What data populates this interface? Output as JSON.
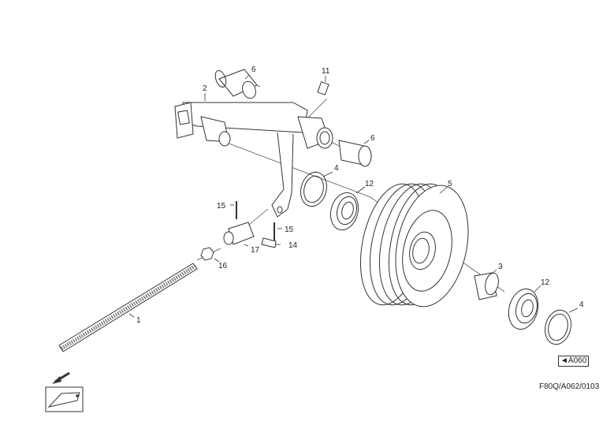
{
  "diagram": {
    "type": "exploded parts diagram",
    "callouts": [
      {
        "id": "c1",
        "label": "1",
        "part": "threaded rod"
      },
      {
        "id": "c2",
        "label": "2",
        "part": "tensioner arm"
      },
      {
        "id": "c3",
        "label": "3",
        "part": "spacer bushing"
      },
      {
        "id": "c4a",
        "label": "4",
        "part": "circlip"
      },
      {
        "id": "c4b",
        "label": "4",
        "part": "circlip"
      },
      {
        "id": "c5",
        "label": "5",
        "part": "pulley"
      },
      {
        "id": "c6a",
        "label": "6",
        "part": "bushing"
      },
      {
        "id": "c6b",
        "label": "6",
        "part": "bushing"
      },
      {
        "id": "c11",
        "label": "11",
        "part": "grease nipple"
      },
      {
        "id": "c12a",
        "label": "12",
        "part": "bearing"
      },
      {
        "id": "c12b",
        "label": "12",
        "part": "bearing"
      },
      {
        "id": "c14",
        "label": "14",
        "part": "pin"
      },
      {
        "id": "c15a",
        "label": "15",
        "part": "split pin"
      },
      {
        "id": "c15b",
        "label": "15",
        "part": "split pin"
      },
      {
        "id": "c16",
        "label": "16",
        "part": "nut"
      },
      {
        "id": "c17",
        "label": "17",
        "part": "clevis"
      }
    ],
    "reference_box": "◄A060",
    "drawing_code": "F80Q/A062/0103",
    "stroke_color": "#333333",
    "background": "#ffffff"
  }
}
